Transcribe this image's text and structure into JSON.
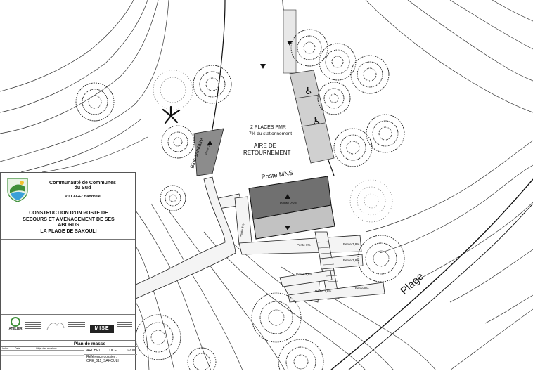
{
  "plan": {
    "pmr_label": "2 PLACES PMR",
    "parking_ratio": "7% du stationnement",
    "turnaround_line1": "AIRE DE",
    "turnaround_line2": "RETOURNEMENT",
    "poste_mns": "Poste MNS",
    "beach": "Plage",
    "pente_25": "Pente 25%",
    "pente_25b": "Pente 25%",
    "pente_4": "Pente 4%",
    "pente_6": "Pente 6%",
    "pente_7_8a": "Pente 7,8%",
    "pente_7_8b": "Pente 7,8%",
    "pente_7_8c": "Pente 7,8%",
    "pente_7_8d": "Pente 7,8%",
    "pente_8": "Pente 8%",
    "sanitaire": "Bloc sanitaire"
  },
  "panel": {
    "org_line1": "Communauté de Communes",
    "org_line2": "du Sud",
    "village": "VILLAGE: Bandrélé",
    "project_l1": "CONSTRUCTION D'UN POSTE DE",
    "project_l2": "SECOURS ET AMENAGEMENT DE SES",
    "project_l3": "ABORDS",
    "project_l4": "LA PLAGE DE SAKOULI",
    "atelier": "ATELIER",
    "mise": "MISE",
    "sheet_title": "Plan de masse",
    "phase": "ARCHEI",
    "code": "DCE",
    "scale": "1/200",
    "ref_label": "Référence dossier :",
    "ref_value": "OPE_011_SAKOULI",
    "rev_head_ind": "Indice",
    "rev_head_date": "Date",
    "rev_head_obj": "Objet des révisions"
  },
  "colors": {
    "roof_dark": "#7a7a7a",
    "roof_light": "#bfbfbf",
    "tree": "#222222",
    "logo_green": "#3f8f3a",
    "logo_blue": "#3aa0d8"
  }
}
